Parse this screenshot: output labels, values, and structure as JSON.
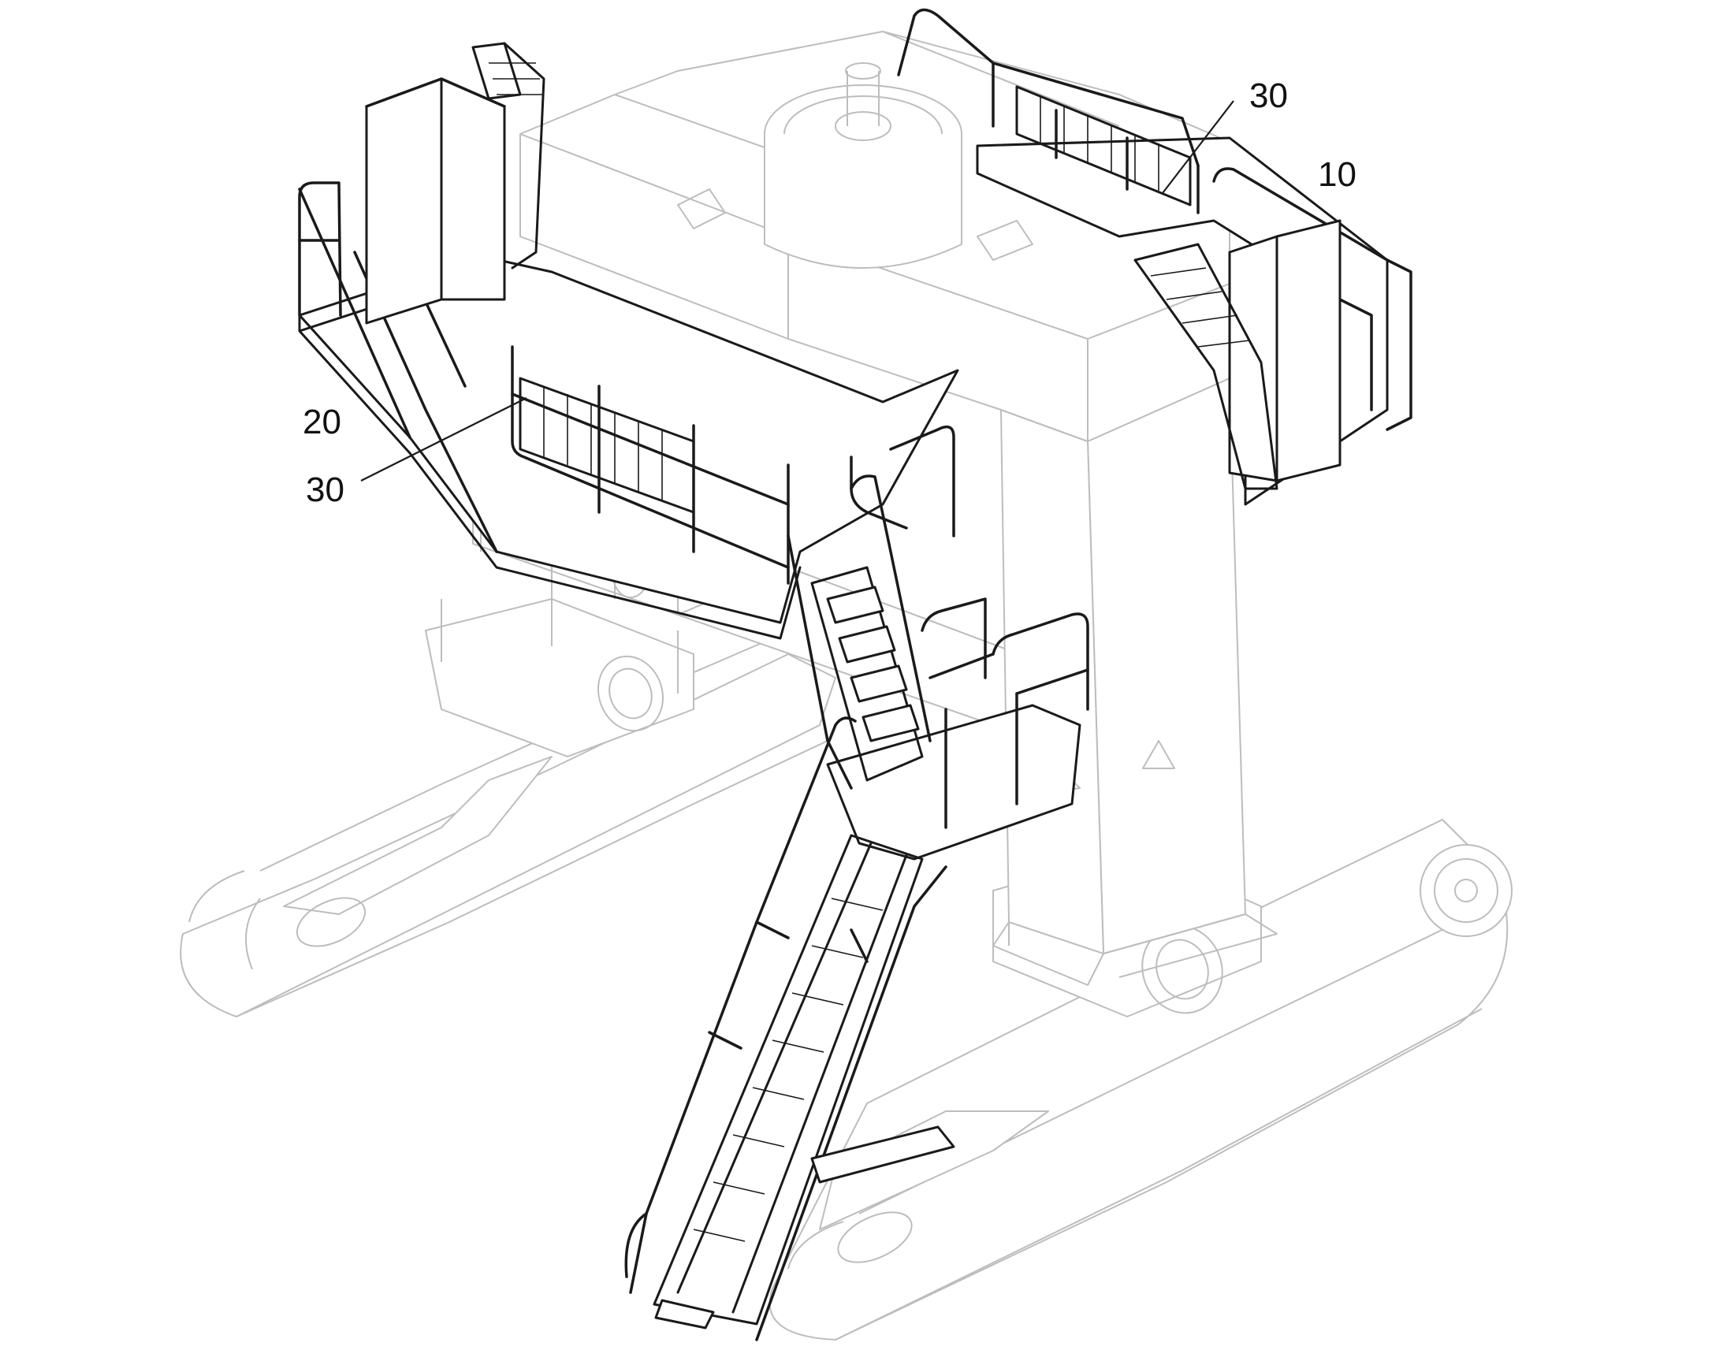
{
  "figure": {
    "reference_numerals": [
      {
        "id": "machine",
        "text": "10"
      },
      {
        "id": "walkway",
        "text": "20"
      },
      {
        "id": "railing-right",
        "text": "30"
      },
      {
        "id": "railing-left",
        "text": "30"
      }
    ]
  },
  "colors": {
    "background": "#ffffff",
    "ink": "#1a1a1a",
    "ghost_outline": "#bdbdbd"
  }
}
